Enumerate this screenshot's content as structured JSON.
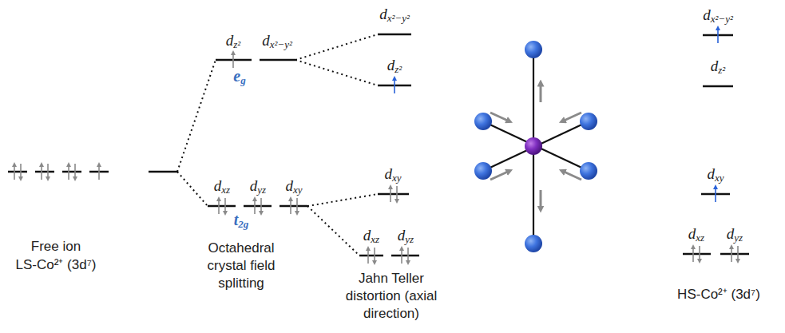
{
  "diagram": {
    "labels": [
      "Free ion",
      "LS-Co²⁺ (3d⁷)",
      "dz²",
      "dx²−y²",
      "eg",
      "dxz",
      "dyz",
      "dxy",
      "t2g",
      "Octahedral crystal field splitting",
      "dx²−y²",
      "dz²",
      "dxy",
      "dxz",
      "dyz",
      "Jahn Teller distortion (axial direction)",
      "dx²−y²",
      "dz²",
      "dxy",
      "dxz",
      "dyz",
      "HS-Co²⁺ (3d⁷)"
    ]
  }
}
